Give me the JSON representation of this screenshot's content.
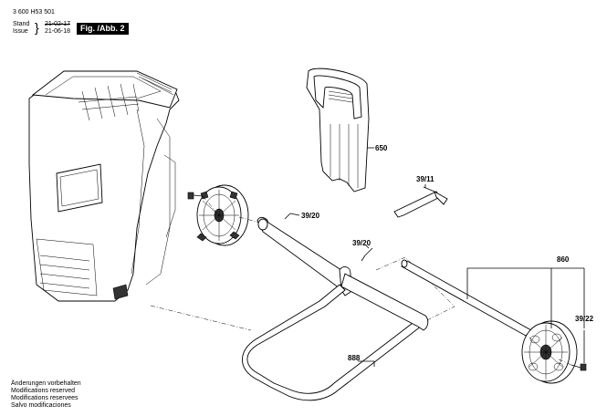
{
  "header": {
    "doc_number": "3 600 H53 501",
    "stand_label": "Stand",
    "issue_label": "Issue",
    "old_date": "21-02-17",
    "new_date": "21-06-18",
    "figure_label": "Fig. /Abb. 2"
  },
  "callouts": {
    "part_650": "650",
    "part_39_11": "39/11",
    "part_39_20_a": "39/20",
    "part_39_20_b": "39/20",
    "part_860": "860",
    "part_39_22": "39/22",
    "part_888": "888"
  },
  "footer_notes": [
    "Änderungen vorbehalten",
    "Modifications reserved",
    "Modifications reservees",
    "Salvo modificaciones"
  ]
}
